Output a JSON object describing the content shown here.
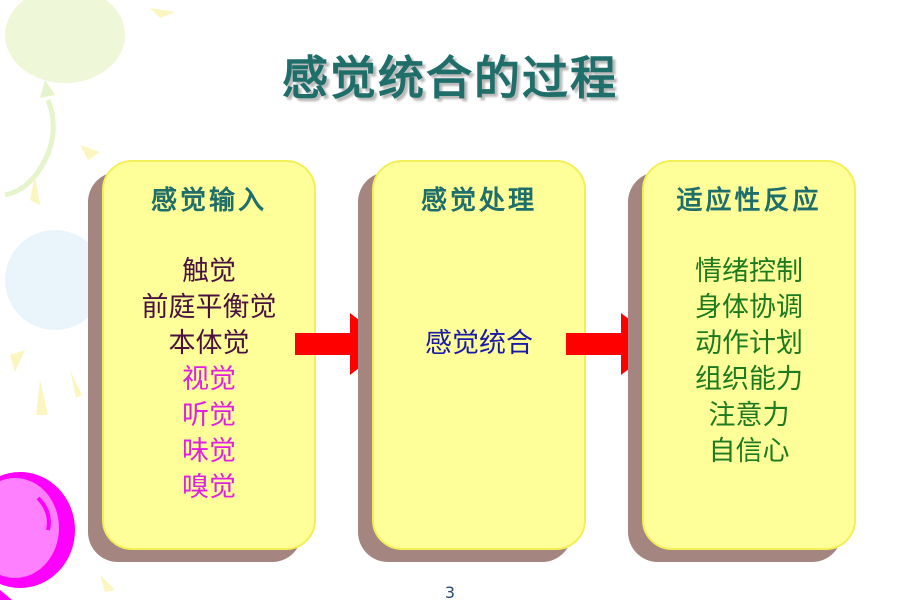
{
  "slide": {
    "title": "感觉统合的过程",
    "page_number": "3"
  },
  "colors": {
    "title": "#1f6e6a",
    "box_fill": "#ffff99",
    "box_shadow": "#a48580",
    "arrow": "#ff0000",
    "dark_purple": "#4a1040",
    "magenta": "#e020e0",
    "blue": "#1a1aa8",
    "green": "#1e7a1e"
  },
  "boxes": [
    {
      "header": "感觉输入",
      "items": [
        {
          "text": "触觉",
          "color": "#4a1040"
        },
        {
          "text": "前庭平衡觉",
          "color": "#4a1040"
        },
        {
          "text": "本体觉",
          "color": "#4a1040"
        },
        {
          "text": "视觉",
          "color": "#e020e0"
        },
        {
          "text": "听觉",
          "color": "#e020e0"
        },
        {
          "text": "味觉",
          "color": "#e020e0"
        },
        {
          "text": "嗅觉",
          "color": "#e020e0"
        }
      ]
    },
    {
      "header": "感觉处理",
      "items": [
        {
          "text": "感觉统合",
          "color": "#1a1aa8"
        }
      ]
    },
    {
      "header": "适应性反应",
      "items": [
        {
          "text": "情绪控制",
          "color": "#1e7a1e"
        },
        {
          "text": "身体协调",
          "color": "#1e7a1e"
        },
        {
          "text": "动作计划",
          "color": "#1e7a1e"
        },
        {
          "text": "组织能力",
          "color": "#1e7a1e"
        },
        {
          "text": "注意力",
          "color": "#1e7a1e"
        },
        {
          "text": "自信心",
          "color": "#1e7a1e"
        }
      ]
    }
  ],
  "decorations": [
    "balloon-green",
    "balloon-blue",
    "balloon-magenta",
    "sun-rays-yellow"
  ]
}
